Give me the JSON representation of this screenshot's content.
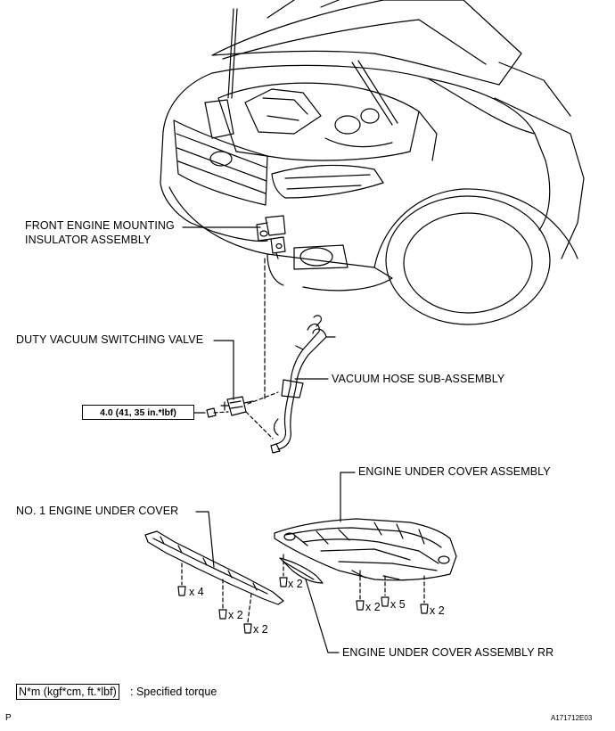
{
  "labels": {
    "front_mount_line1": "FRONT ENGINE MOUNTING",
    "front_mount_line2": "INSULATOR ASSEMBLY",
    "duty_valve": "DUTY VACUUM SWITCHING VALVE",
    "vacuum_hose": "VACUUM HOSE SUB-ASSEMBLY",
    "engine_under_cover": "ENGINE UNDER COVER ASSEMBLY",
    "no1_under_cover": "NO. 1 ENGINE UNDER COVER",
    "under_cover_rr": "ENGINE UNDER COVER ASSEMBLY RR"
  },
  "torque": {
    "value": "4.0 (41, 35 in.*lbf)"
  },
  "fasteners": {
    "q1": "x 4",
    "q2": "x 2",
    "q3": "x 2",
    "q4": "x 2",
    "q5": "x 2",
    "q6": "x 5",
    "q7": "x 2"
  },
  "legend": {
    "units": "N*m (kgf*cm, ft.*lbf)",
    "text": ": Specified torque"
  },
  "footer": {
    "page_mark": "P",
    "figure_code": "A171712E03"
  }
}
